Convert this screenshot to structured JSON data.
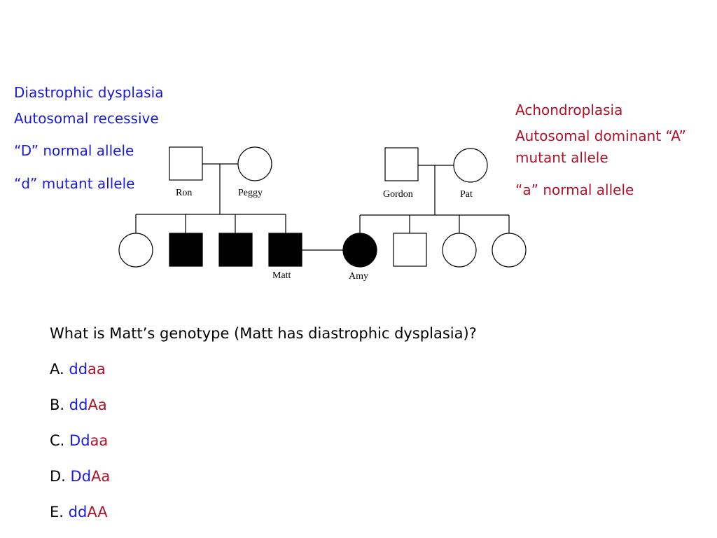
{
  "left_legend": {
    "title": "Diastrophic dysplasia",
    "mode": "Autosomal recessive",
    "allele1": "“D” normal allele",
    "allele2": "“d” mutant allele"
  },
  "right_legend": {
    "title": "Achondroplasia",
    "mode_line1": "Autosomal dominant “A”",
    "mode_line2": "mutant allele",
    "allele2": "“a” normal allele"
  },
  "pedigree": {
    "names": {
      "ron": "Ron",
      "peggy": "Peggy",
      "gordon": "Gordon",
      "pat": "Pat",
      "matt": "Matt",
      "amy": "Amy"
    }
  },
  "question": {
    "text": "What is Matt’s genotype (Matt has diastrophic dysplasia)?",
    "options": [
      {
        "letter": "A.",
        "d_part": "dd",
        "a_part": "aa"
      },
      {
        "letter": "B.",
        "d_part": "dd",
        "a_part": "Aa"
      },
      {
        "letter": "C.",
        "d_part": "Dd",
        "a_part": "aa"
      },
      {
        "letter": "D.",
        "d_part": "Dd",
        "a_part": "Aa"
      },
      {
        "letter": "E.",
        "d_part": "dd",
        "a_part": "AA"
      }
    ]
  },
  "colors": {
    "blue": "#1a1adc",
    "red": "#b0122a"
  }
}
